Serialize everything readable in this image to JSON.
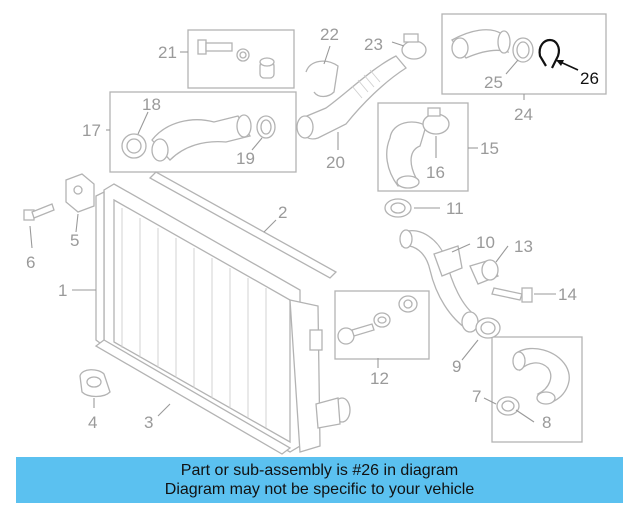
{
  "diagram": {
    "callouts": {
      "c1": "1",
      "c2": "2",
      "c3": "3",
      "c4": "4",
      "c5": "5",
      "c6": "6",
      "c7": "7",
      "c8": "8",
      "c9": "9",
      "c10": "10",
      "c11": "11",
      "c12": "12",
      "c13": "13",
      "c14": "14",
      "c15": "15",
      "c16": "16",
      "c17": "17",
      "c18": "18",
      "c19": "19",
      "c20": "20",
      "c21": "21",
      "c22": "22",
      "c23": "23",
      "c24": "24",
      "c25": "25",
      "c26": "26"
    },
    "highlighted_part": "26",
    "colors": {
      "line": "#b3b3b3",
      "label": "#9a9a9a",
      "highlight": "#111111",
      "banner": "#5bc1f0"
    }
  },
  "banner": {
    "line1": "Part or sub-assembly is #26 in diagram",
    "line2": "Diagram may not be specific to your vehicle"
  }
}
